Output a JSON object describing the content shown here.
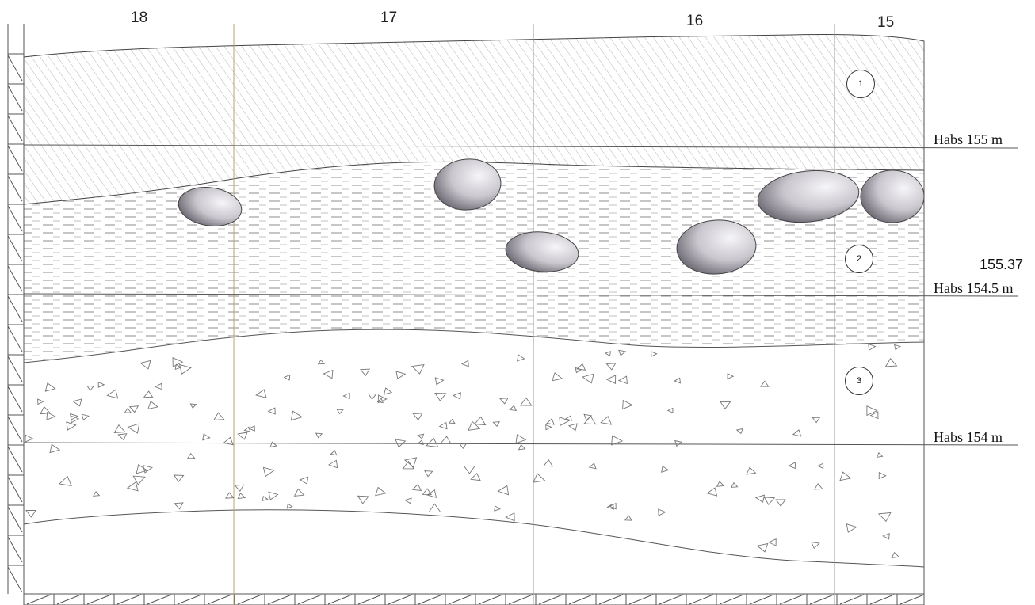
{
  "columns": [
    {
      "id": "col-18",
      "label": "18"
    },
    {
      "id": "col-17",
      "label": "17"
    },
    {
      "id": "col-16",
      "label": "16"
    },
    {
      "id": "col-15",
      "label": "15"
    }
  ],
  "levels": [
    {
      "id": "habs-155",
      "label": "Habs 155 m"
    },
    {
      "id": "habs-1545",
      "label": "Habs 154.5 m"
    },
    {
      "id": "habs-154",
      "label": "Habs 154 m"
    }
  ],
  "elevation": "155.37",
  "layers": [
    {
      "id": "layer-1",
      "label": "1"
    },
    {
      "id": "layer-2",
      "label": "2"
    },
    {
      "id": "layer-3",
      "label": "3"
    }
  ],
  "colors": {
    "line": "#444444",
    "grid_line": "#b9a27a",
    "hatch": "#9a9a9a",
    "stone_dark": "#6a6670",
    "stone_light": "#f2f1f4"
  }
}
